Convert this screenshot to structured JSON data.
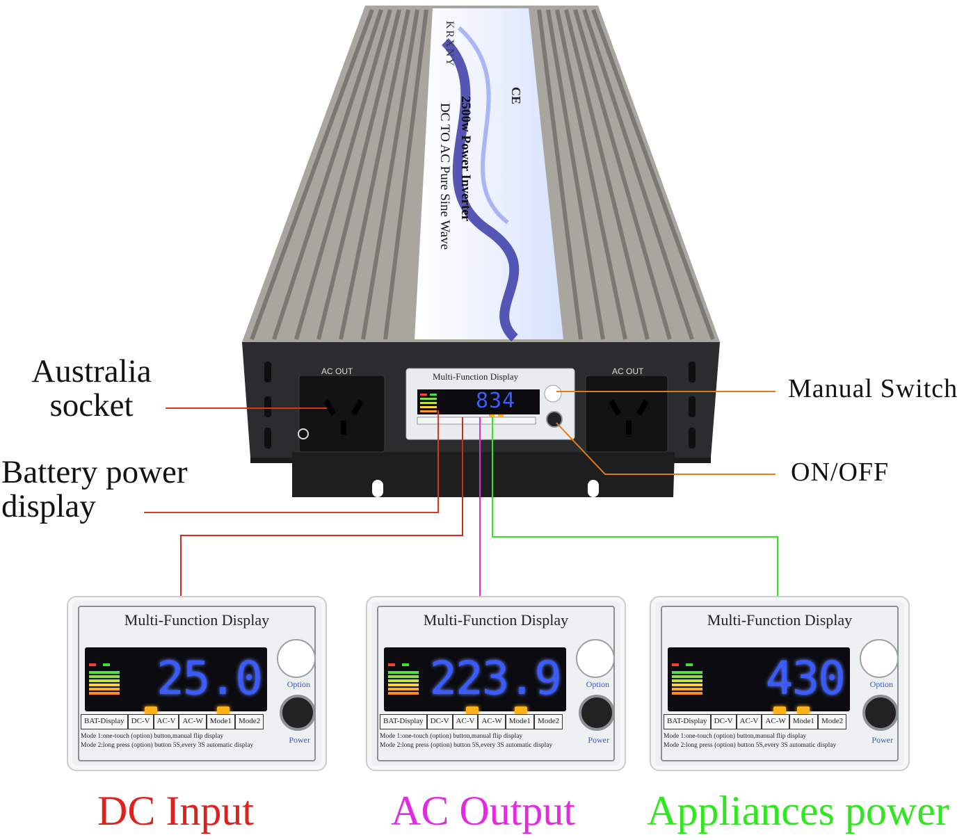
{
  "product": {
    "brand": "KRXNY",
    "cert": "CE",
    "model_line1": "2500w Power Inverter",
    "model_line2": "DC TO AC Pure Sine Wave",
    "ac_out_left": "AC OUT",
    "ac_out_right": "AC OUT",
    "front_display": {
      "title": "Multi-Function Display",
      "value": "834"
    }
  },
  "callouts": {
    "australia_socket": "Australia socket",
    "battery_power_display": "Battery power display",
    "manual_switch": "Manual Switch",
    "on_off": "ON/OFF"
  },
  "panels": [
    {
      "title": "Multi-Function Display",
      "value": "25.0",
      "caption": "DC Input",
      "caption_color": "#e0201c",
      "tabs": [
        "BAT-Display",
        "DC-V",
        "AC-V",
        "AC-W",
        "Mode1",
        "Mode2"
      ],
      "option_label": "Option",
      "power_label": "Power",
      "note1": "Mode 1:one-touch (option) button,manual flip display",
      "note2": "Mode 2:long press (option) button 5S,every 3S automatic display"
    },
    {
      "title": "Multi-Function Display",
      "value": "223.9",
      "caption": "AC Output",
      "caption_color": "#e22be0",
      "tabs": [
        "BAT-Display",
        "DC-V",
        "AC-V",
        "AC-W",
        "Mode1",
        "Mode2"
      ],
      "option_label": "Option",
      "power_label": "Power",
      "note1": "Mode 1:one-touch (option) button,manual flip display",
      "note2": "Mode 2:long press (option) button 5S,every 3S automatic display"
    },
    {
      "title": "Multi-Function Display",
      "value": "430",
      "caption": "Appliances power",
      "caption_color": "#2ee81e",
      "tabs": [
        "BAT-Display",
        "DC-V",
        "AC-V",
        "AC-W",
        "Mode1",
        "Mode2"
      ],
      "option_label": "Option",
      "power_label": "Power",
      "note1": "Mode 1:one-touch (option) button,manual flip display",
      "note2": "Mode 2:long press (option) button 5S,every 3S automatic display"
    }
  ],
  "colors": {
    "callout_red": "#e0341c",
    "callout_orange": "#e07a1c",
    "line_magenta": "#e22be0",
    "line_green": "#2ee81e",
    "digit_blue": "#3a5cff"
  }
}
